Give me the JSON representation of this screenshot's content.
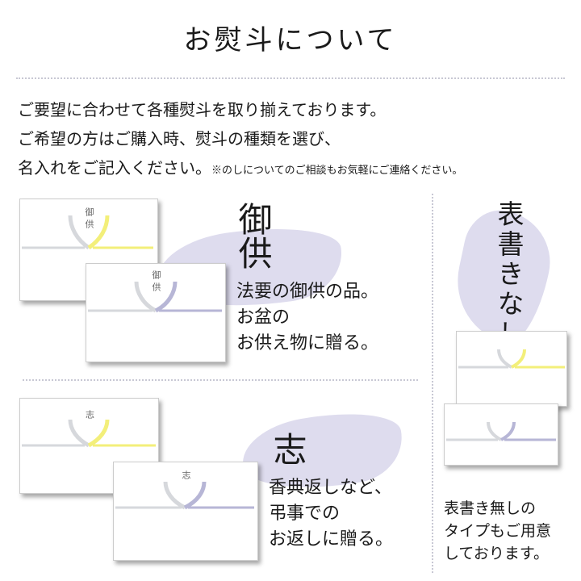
{
  "title": "お熨斗について",
  "intro": {
    "line1": "ご要望に合わせて各種熨斗を取り揃えております。",
    "line2": "ご希望の方はご購入時、熨斗の種類を選び、",
    "line3": "名入れをご記入ください。",
    "note": "※のしについてのご相談もお気軽にご連絡ください。"
  },
  "colors": {
    "brush": "#dedcee",
    "mizuhiki_silver": "#d6d8dc",
    "mizuhiki_yellow": "#f3ef7a",
    "mizuhiki_lavender": "#b7b6d6"
  },
  "gokyo": {
    "heading": "御供",
    "card_label": "御供",
    "desc": [
      "法要の御供の品。",
      "お盆の",
      "お供え物に贈る。"
    ]
  },
  "kokorozashi": {
    "heading": "志",
    "card_label": "志",
    "desc": [
      "香典返しなど、",
      "弔事での",
      "お返しに贈る。"
    ]
  },
  "nolabel": {
    "heading": "表書きなし",
    "desc": [
      "表書き無しの",
      "タイプもご用意",
      "しております。"
    ]
  }
}
